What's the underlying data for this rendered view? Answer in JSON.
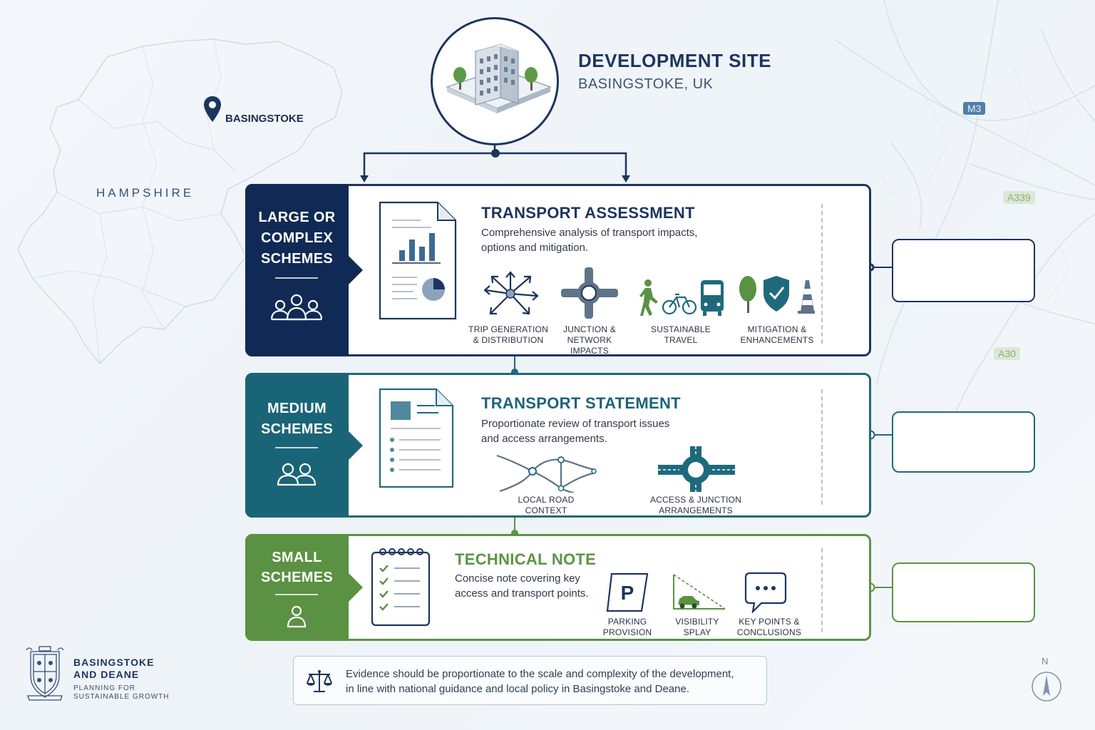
{
  "site": {
    "title": "DEVELOPMENT SITE",
    "subtitle": "BASINGSTOKE, UK"
  },
  "map": {
    "region_label": "HAMPSHIRE",
    "pin_label": "BASINGSTOKE",
    "roads": [
      "M3",
      "A339",
      "A30"
    ],
    "compass": "N"
  },
  "tiers": [
    {
      "scheme": [
        "LARGE OR",
        "COMPLEX",
        "SCHEMES"
      ],
      "title": "TRANSPORT ASSESSMENT",
      "desc": [
        "Comprehensive analysis of transport impacts,",
        "options and mitigation."
      ],
      "items": [
        {
          "icon": "trip-generation-icon",
          "label": [
            "TRIP GENERATION",
            "& DISTRIBUTION"
          ]
        },
        {
          "icon": "roundabout-junction-icon",
          "label": [
            "JUNCTION &",
            "NETWORK IMPACTS"
          ]
        },
        {
          "icon": "sustainable-travel-icon",
          "label": [
            "SUSTAINABLE",
            "TRAVEL"
          ]
        },
        {
          "icon": "mitigation-icon",
          "label": [
            "MITIGATION &",
            "ENHANCEMENTS"
          ]
        }
      ],
      "color": "#1c355e"
    },
    {
      "scheme": [
        "MEDIUM",
        "SCHEMES"
      ],
      "title": "TRANSPORT STATEMENT",
      "desc": [
        "Proportionate review of transport issues",
        "and access arrangements."
      ],
      "items": [
        {
          "icon": "road-network-icon",
          "label": [
            "LOCAL ROAD",
            "CONTEXT"
          ]
        },
        {
          "icon": "access-junction-icon",
          "label": [
            "ACCESS & JUNCTION",
            "ARRANGEMENTS"
          ]
        }
      ],
      "color": "#1e6a7c"
    },
    {
      "scheme": [
        "SMALL",
        "SCHEMES"
      ],
      "title": "TECHNICAL NOTE",
      "desc": [
        "Concise note covering key",
        "access and transport points."
      ],
      "items": [
        {
          "icon": "parking-icon",
          "label": [
            "PARKING",
            "PROVISION"
          ]
        },
        {
          "icon": "visibility-splay-icon",
          "label": [
            "VISIBILITY",
            "SPLAY"
          ]
        },
        {
          "icon": "speech-bubble-icon",
          "label": [
            "KEY POINTS &",
            "CONCLUSIONS"
          ]
        }
      ],
      "color": "#5b9444"
    }
  ],
  "footer": {
    "note": [
      "Evidence should be proportionate to the scale and complexity of the development,",
      "in line with national guidance and local policy in Basingstoke and Deane."
    ],
    "council_name": [
      "BASINGSTOKE",
      "AND DEANE"
    ],
    "council_tagline": [
      "PLANNING FOR",
      "SUSTAINABLE GROWTH"
    ]
  }
}
